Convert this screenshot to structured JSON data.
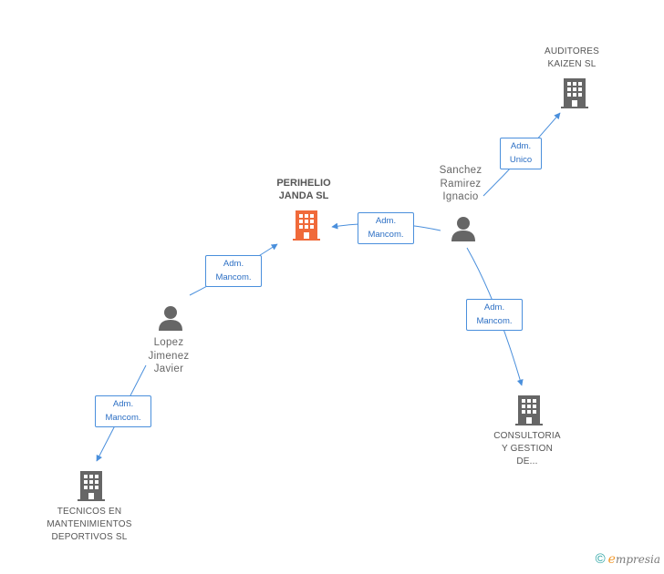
{
  "nodes": {
    "main": {
      "lines": [
        "PERIHELIO",
        "JANDA SL"
      ],
      "icon": "building-icon",
      "color": "#f06a3a"
    },
    "auditores": {
      "lines": [
        "AUDITORES",
        "KAIZEN SL"
      ],
      "icon": "building-icon",
      "color": "#666666"
    },
    "consultoria": {
      "lines": [
        "CONSULTORIA",
        "Y GESTION",
        "DE..."
      ],
      "icon": "building-icon",
      "color": "#666666"
    },
    "tecnicos": {
      "lines": [
        "TECNICOS EN",
        "MANTENIMIENTOS",
        "DEPORTIVOS SL"
      ],
      "icon": "building-icon",
      "color": "#666666"
    },
    "sanchez": {
      "lines": [
        "Sanchez",
        "Ramirez",
        "Ignacio"
      ],
      "icon": "person-icon",
      "color": "#666666"
    },
    "lopez": {
      "lines": [
        "Lopez",
        "Jimenez",
        "Javier"
      ],
      "icon": "person-icon",
      "color": "#666666"
    }
  },
  "edges": {
    "sanchez_auditores": [
      "Adm.",
      "Unico"
    ],
    "sanchez_main": [
      "Adm.",
      "Mancom."
    ],
    "lopez_main": [
      "Adm.",
      "Mancom."
    ],
    "sanchez_consultoria": [
      "Adm.",
      "Mancom."
    ],
    "lopez_tecnicos": [
      "Adm.",
      "Mancom."
    ]
  },
  "colors": {
    "edge": "#4a8fdc",
    "accent": "#f06a3a",
    "node": "#666666"
  },
  "footer": {
    "copyright_symbol": "©",
    "brand_initial": "e",
    "brand_rest": "mpresia"
  }
}
